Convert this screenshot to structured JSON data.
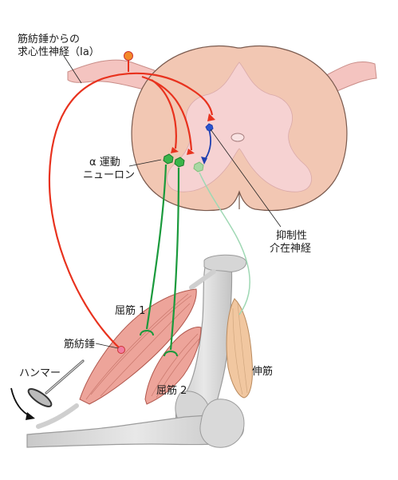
{
  "labels": {
    "afferent_line1": "筋紡錘からの",
    "afferent_line2": "求心性神経（Ia）",
    "alpha_line1": "α 運動",
    "alpha_line2": "ニューロン",
    "inhib_line1": "抑制性",
    "inhib_line2": "介在神経",
    "flexor1": "屈筋 1",
    "flexor2": "屈筋 2",
    "spindle": "筋紡錘",
    "extensor": "伸筋",
    "hammer": "ハンマー"
  },
  "colors": {
    "afferent": "#e8321e",
    "motor": "#1a9a3c",
    "motor_to_extensor": "#9fd8b4",
    "inhibitory": "#1f3fb0",
    "spinal_cord": "#f2c7b3",
    "grey_matter": "#f6d2d2",
    "muscle_flexor": "#eda49a",
    "muscle_extensor": "#f1c7a0",
    "bone": "#dcdcdc"
  }
}
